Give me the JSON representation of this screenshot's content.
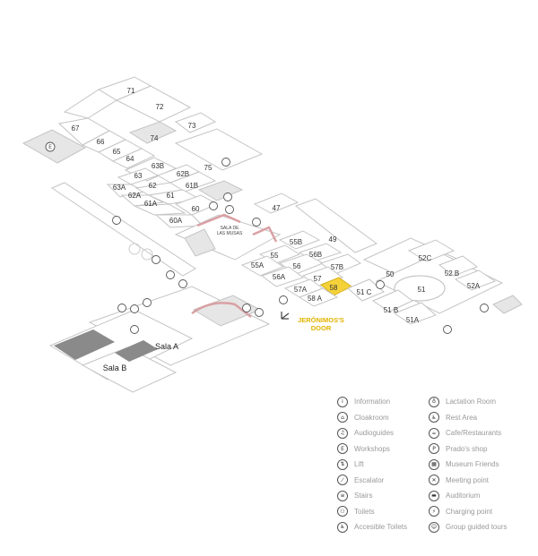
{
  "rooms": {
    "r71": "71",
    "r72": "72",
    "r73": "73",
    "r74": "74",
    "r75": "75",
    "r67": "67",
    "r66": "66",
    "r65": "65",
    "r64": "64",
    "r63": "63",
    "r63a": "63A",
    "r63b": "63B",
    "r62": "62",
    "r62a": "62A",
    "r62b": "62B",
    "r61": "61",
    "r61a": "61A",
    "r61b": "61B",
    "r60": "60",
    "r60a": "60A",
    "r47": "47",
    "r49": "49",
    "r55": "55",
    "r55a": "55A",
    "r55b": "55B",
    "r56": "56",
    "r56a": "56A",
    "r56b": "56B",
    "r57": "57",
    "r57a": "57A",
    "r57b": "57B",
    "r58": "58",
    "r58a": "58 A",
    "r50": "50",
    "r51": "51",
    "r51a": "51A",
    "r51b": "51 B",
    "r51c": "51 C",
    "r52a": "52A",
    "r52b": "52 B",
    "r52c": "52C",
    "sala_a": "Sala A",
    "sala_b": "Sala B",
    "musas_1": "SALA DE",
    "musas_2": "LAS MUSAS"
  },
  "door": {
    "line1": "JERÓNIMOS'S",
    "line2": "DOOR"
  },
  "map_icons": {
    "workshops": "E"
  },
  "legend": {
    "left": [
      {
        "icon": "i",
        "label": "Information"
      },
      {
        "icon": "⌂",
        "label": "Cloakroom"
      },
      {
        "icon": "♫",
        "label": "Audioguides"
      },
      {
        "icon": "E",
        "label": "Workshops"
      },
      {
        "icon": "⇅",
        "label": "Lift"
      },
      {
        "icon": "⁄",
        "label": "Escalator"
      },
      {
        "icon": "≡",
        "label": "Stairs"
      },
      {
        "icon": "⚇",
        "label": "Toilets"
      },
      {
        "icon": "♿",
        "label": "Accesible Toilets"
      }
    ],
    "right": [
      {
        "icon": "♁",
        "label": "Lactation Room"
      },
      {
        "icon": "♿",
        "label": "Rest Area"
      },
      {
        "icon": "☕",
        "label": "Cafe/Restaurants"
      },
      {
        "icon": "P",
        "label": "Prado's shop"
      },
      {
        "icon": "▦",
        "label": "Museum Friends"
      },
      {
        "icon": "✕",
        "label": "Meeting point"
      },
      {
        "icon": "▬",
        "label": "Auditorium"
      },
      {
        "icon": "⚡",
        "label": "Charging point"
      },
      {
        "icon": "☺",
        "label": "Group guided tours"
      }
    ]
  }
}
